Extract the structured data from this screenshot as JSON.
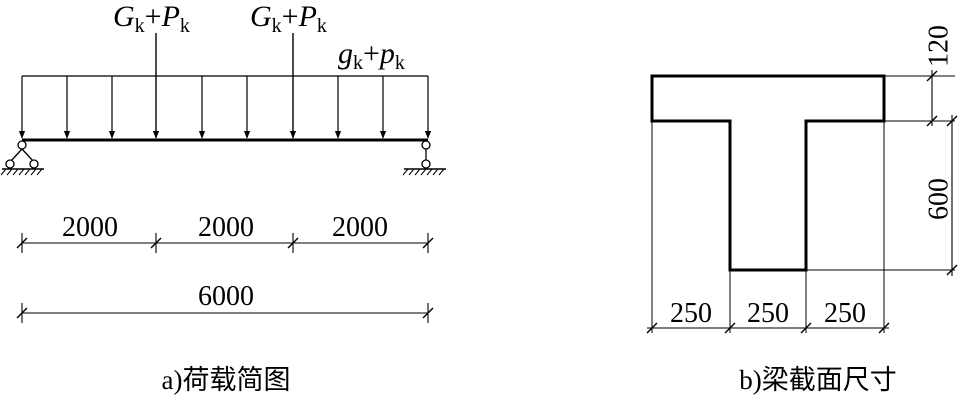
{
  "load_diagram": {
    "point_load_1": {
      "G": "G",
      "G_sub": "k",
      "plus": "+",
      "P": "P",
      "P_sub": "k"
    },
    "point_load_2": {
      "G": "G",
      "G_sub": "k",
      "plus": "+",
      "P": "P",
      "P_sub": "k"
    },
    "distributed_load": {
      "g": "g",
      "g_sub": "k",
      "plus": "+",
      "p": "p",
      "p_sub": "k"
    },
    "span_dims": [
      "2000",
      "2000",
      "2000"
    ],
    "total_dim": "6000",
    "caption": "a)荷载简图"
  },
  "section_diagram": {
    "flange_thickness": "120",
    "web_height": "600",
    "width_dims": [
      "250",
      "250",
      "250"
    ],
    "caption": "b)梁截面尺寸"
  }
}
